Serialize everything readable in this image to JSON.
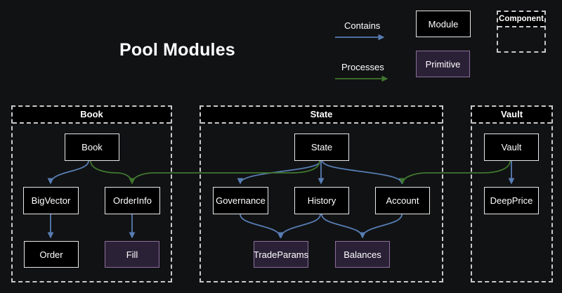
{
  "title": "Pool Modules",
  "legend": {
    "contains": "Contains",
    "processes": "Processes",
    "module": "Module",
    "primitive": "Primitive",
    "component": "Component"
  },
  "containers": {
    "book": {
      "label": "Book"
    },
    "state": {
      "label": "State"
    },
    "vault": {
      "label": "Vault"
    }
  },
  "nodes": {
    "book": {
      "label": "Book",
      "type": "module"
    },
    "bigvector": {
      "label": "BigVector",
      "type": "module"
    },
    "orderinfo": {
      "label": "OrderInfo",
      "type": "module"
    },
    "order": {
      "label": "Order",
      "type": "module"
    },
    "fill": {
      "label": "Fill",
      "type": "primitive"
    },
    "state": {
      "label": "State",
      "type": "module"
    },
    "governance": {
      "label": "Governance",
      "type": "module"
    },
    "history": {
      "label": "History",
      "type": "module"
    },
    "account": {
      "label": "Account",
      "type": "module"
    },
    "tradeparams": {
      "label": "TradeParams",
      "type": "primitive"
    },
    "balances": {
      "label": "Balances",
      "type": "primitive"
    },
    "vault": {
      "label": "Vault",
      "type": "module"
    },
    "deepprice": {
      "label": "DeepPrice",
      "type": "module"
    }
  },
  "edges": [
    {
      "from": "Book",
      "to": "BigVector",
      "relation": "contains"
    },
    {
      "from": "Book",
      "to": "OrderInfo",
      "relation": "processes"
    },
    {
      "from": "BigVector",
      "to": "Order",
      "relation": "contains"
    },
    {
      "from": "OrderInfo",
      "to": "Fill",
      "relation": "contains"
    },
    {
      "from": "State",
      "to": "Governance",
      "relation": "contains"
    },
    {
      "from": "State",
      "to": "History",
      "relation": "contains"
    },
    {
      "from": "State",
      "to": "Account",
      "relation": "contains"
    },
    {
      "from": "State",
      "to": "OrderInfo",
      "relation": "processes"
    },
    {
      "from": "Governance",
      "to": "TradeParams",
      "relation": "contains"
    },
    {
      "from": "History",
      "to": "TradeParams",
      "relation": "contains"
    },
    {
      "from": "History",
      "to": "Balances",
      "relation": "contains"
    },
    {
      "from": "Account",
      "to": "Balances",
      "relation": "contains"
    },
    {
      "from": "Vault",
      "to": "DeepPrice",
      "relation": "contains"
    },
    {
      "from": "Vault",
      "to": "Account",
      "relation": "processes"
    }
  ],
  "colors": {
    "background": "#111214",
    "contains_edge": "#577db3",
    "processes_edge": "#3f762d",
    "module_fill": "#000000",
    "module_border": "#e8e8e8",
    "primitive_fill": "#2b2137",
    "primitive_border": "#8c6e9b",
    "container_border": "#c9c9c9",
    "text": "#ffffff"
  }
}
